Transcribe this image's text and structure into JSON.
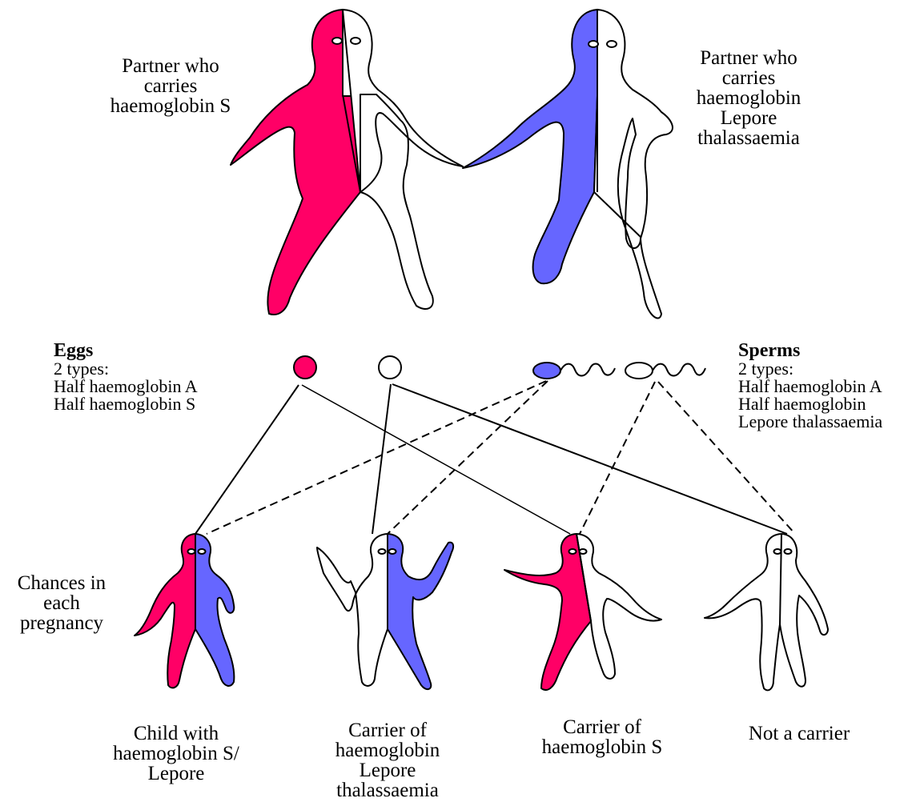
{
  "colors": {
    "haemoglobin_s": "#ff0066",
    "lepore": "#6666ff",
    "normal": "#ffffff",
    "outline": "#000000"
  },
  "parents": {
    "left": {
      "label_lines": [
        "Partner who",
        "carries",
        "haemoglobin S"
      ],
      "trait": "haemoglobin S"
    },
    "right": {
      "label_lines": [
        "Partner who",
        "carries",
        "haemoglobin",
        "Lepore",
        "thalassaemia"
      ],
      "trait": "haemoglobin Lepore thalassaemia"
    }
  },
  "eggs": {
    "title": "Eggs",
    "lines": [
      "2 types:",
      "Half haemoglobin A",
      "Half haemoglobin S"
    ]
  },
  "sperms": {
    "title": "Sperms",
    "lines": [
      "2 types:",
      "Half haemoglobin A",
      "Half haemoglobin",
      "Lepore thalassaemia"
    ]
  },
  "chances_label_lines": [
    "Chances in",
    "each",
    "pregnancy"
  ],
  "children": [
    {
      "label_lines": [
        "Child with",
        "haemoglobin S/",
        "Lepore"
      ],
      "left_half": "haemoglobin_s",
      "right_half": "lepore"
    },
    {
      "label_lines": [
        "Carrier of",
        "haemoglobin",
        "Lepore",
        "thalassaemia"
      ],
      "left_half": "normal",
      "right_half": "lepore"
    },
    {
      "label_lines": [
        "Carrier of",
        "haemoglobin S"
      ],
      "left_half": "haemoglobin_s",
      "right_half": "normal"
    },
    {
      "label_lines": [
        "Not a carrier"
      ],
      "left_half": "normal",
      "right_half": "normal"
    }
  ]
}
